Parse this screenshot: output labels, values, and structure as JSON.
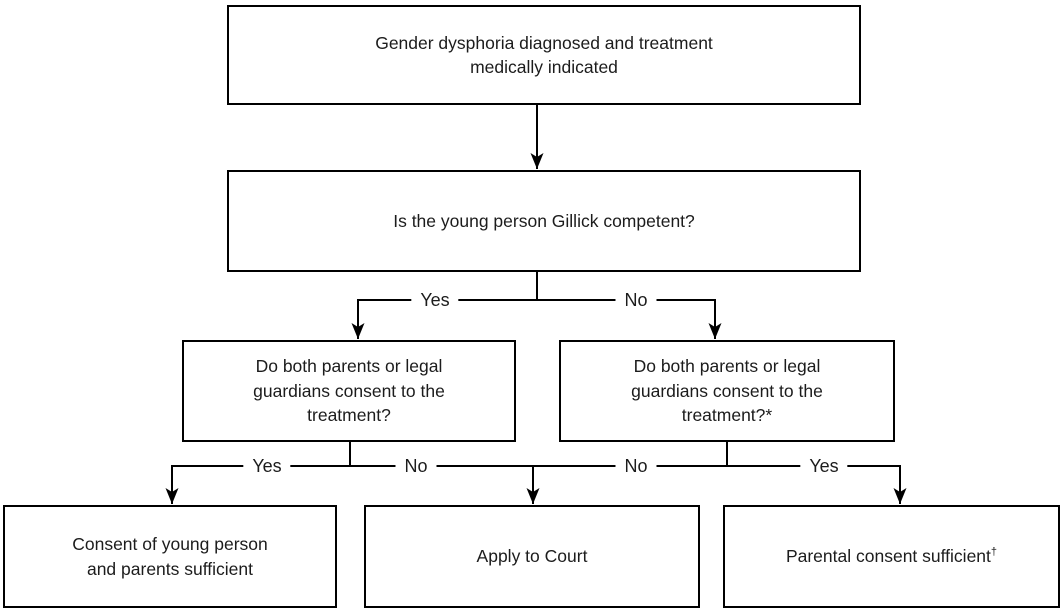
{
  "flowchart": {
    "nodes": {
      "start": {
        "label": "Gender dysphoria diagnosed and treatment\nmedically indicated"
      },
      "gillick_question": {
        "label": "Is the young person Gillick competent?"
      },
      "consent_gillick": {
        "label": "Do both parents or legal\nguardians consent to the\ntreatment?"
      },
      "consent_not_gillick": {
        "label": "Do both parents or legal\nguardians consent to the\ntreatment?*"
      },
      "outcome_young_person_parents": {
        "label": "Consent of young person\nand parents sufficient"
      },
      "outcome_court": {
        "label": "Apply to Court"
      },
      "outcome_parental": {
        "label": "Parental consent sufficient",
        "superscript": "†"
      }
    },
    "edge_labels": {
      "gillick_yes": "Yes",
      "gillick_no": "No",
      "left_consent_yes": "Yes",
      "left_consent_no": "No",
      "right_consent_no": "No",
      "right_consent_yes": "Yes"
    },
    "colors": {
      "line": "#000000",
      "box_border": "#000000",
      "background": "#ffffff",
      "text": "#1c1c1c"
    }
  }
}
